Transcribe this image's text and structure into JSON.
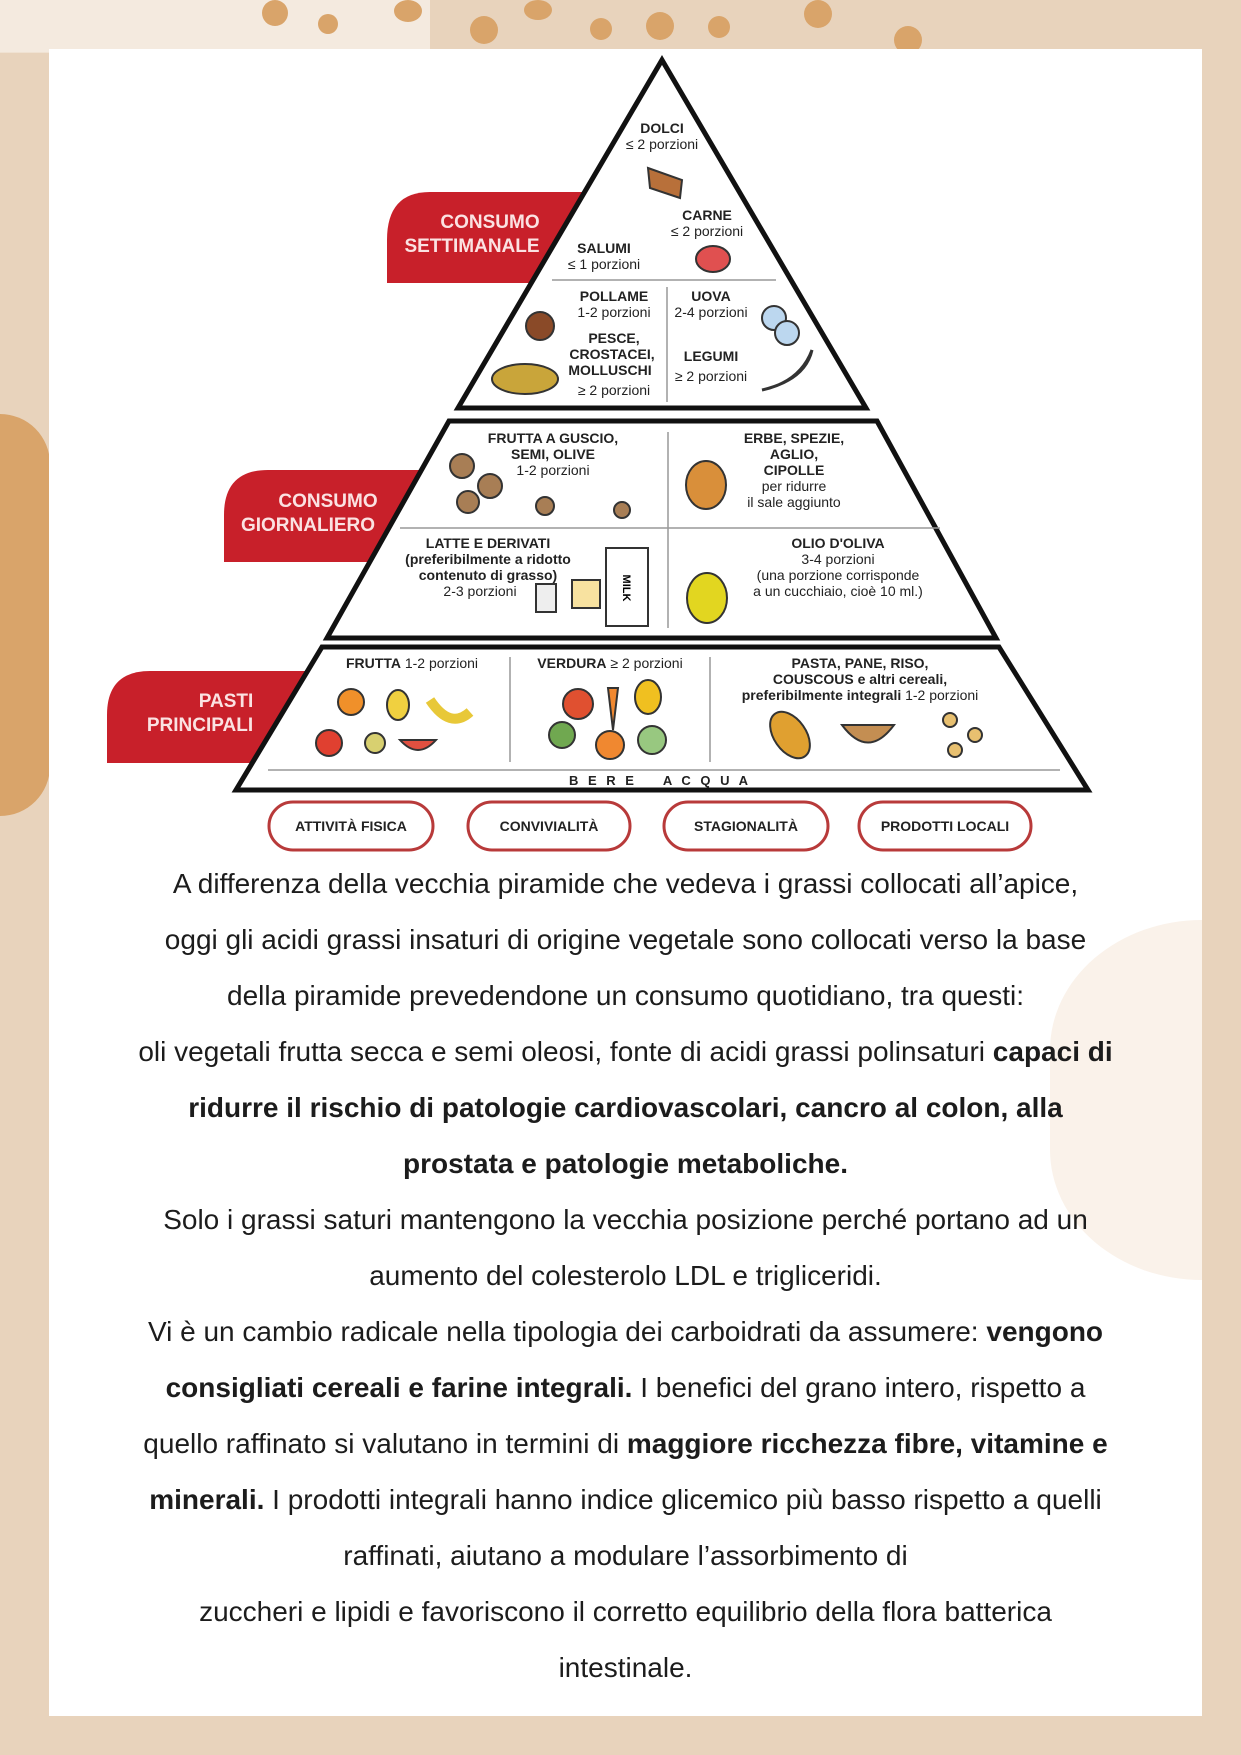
{
  "pyramid": {
    "tabs": {
      "weekly": [
        "CONSUMO",
        "SETTIMANALE"
      ],
      "daily": [
        "CONSUMO",
        "GIORNALIERO"
      ],
      "meals": [
        "PASTI",
        "PRINCIPALI"
      ]
    },
    "top": {
      "dolci": {
        "name": "DOLCI",
        "portions": "≤ 2 porzioni"
      },
      "carne": {
        "name": "CARNE",
        "portions": "≤ 2 porzioni"
      },
      "salumi": {
        "name": "SALUMI",
        "portions": "≤ 1 porzioni"
      },
      "pollame": {
        "name": "POLLAME",
        "portions": "1-2 porzioni"
      },
      "uova": {
        "name": "UOVA",
        "portions": "2-4 porzioni"
      },
      "pesce": {
        "name": [
          "PESCE,",
          "CROSTACEI,",
          "MOLLUSCHI"
        ],
        "portions": "≥ 2 porzioni"
      },
      "legumi": {
        "name": "LEGUMI",
        "portions": "≥ 2 porzioni"
      }
    },
    "middle": {
      "frutta_guscio": {
        "name": [
          "FRUTTA A GUSCIO,",
          "SEMI, OLIVE"
        ],
        "portions": "1-2 porzioni"
      },
      "erbe": {
        "name": [
          "ERBE, SPEZIE,",
          "AGLIO,",
          "CIPOLLE"
        ],
        "note": [
          "per ridurre",
          "il sale aggiunto"
        ]
      },
      "latte": {
        "name": "LATTE E DERIVATI",
        "note": [
          "(preferibilmente a ridotto",
          "contenuto di grasso)"
        ],
        "portions": "2-3 porzioni"
      },
      "olio": {
        "name": "OLIO D'OLIVA",
        "portions": "3-4 porzioni",
        "note": [
          "(una porzione corrisponde",
          "a un cucchiaio, cioè 10 ml.)"
        ]
      }
    },
    "bottom": {
      "frutta": {
        "name": "FRUTTA",
        "portions": "1-2 porzioni"
      },
      "verdura": {
        "name": "VERDURA",
        "portions": "≥ 2 porzioni"
      },
      "cereali": {
        "name": [
          "PASTA, PANE, RISO,",
          "COUSCOUS e altri cereali,",
          "preferibilmente integrali"
        ],
        "portions": "1-2 porzioni"
      },
      "water": "B E R E    A C Q U A"
    },
    "pills": [
      "ATTIVITÀ FISICA",
      "CONVIVIALITÀ",
      "STAGIONALITÀ",
      "PRODOTTI LOCALI"
    ],
    "milk_label": "MILK"
  },
  "colors": {
    "red": "#c8202a",
    "accent_dots": "#d9a46a",
    "background": "#e8d3bc"
  },
  "text": {
    "lines": [
      [
        {
          "t": "A differenza della vecchia piramide che vedeva i grassi collocati all’apice,",
          "b": false
        }
      ],
      [
        {
          "t": "oggi gli acidi grassi insaturi di origine vegetale sono collocati verso la base",
          "b": false
        }
      ],
      [
        {
          "t": "della piramide prevedendone un consumo quotidiano, tra questi:",
          "b": false
        }
      ],
      [
        {
          "t": "oli vegetali frutta secca e semi oleosi, fonte di acidi grassi polinsaturi ",
          "b": false
        },
        {
          "t": "capaci di",
          "b": true
        }
      ],
      [
        {
          "t": "ridurre il rischio di patologie cardiovascolari, cancro al colon, alla",
          "b": true
        }
      ],
      [
        {
          "t": "prostata e patologie metaboliche.",
          "b": true
        }
      ],
      [
        {
          "t": "Solo i grassi saturi mantengono la vecchia posizione perché portano ad un",
          "b": false
        }
      ],
      [
        {
          "t": "aumento del colesterolo LDL e trigliceridi.",
          "b": false
        }
      ],
      [
        {
          "t": "Vi è un cambio radicale nella tipologia dei carboidrati da assumere: ",
          "b": false
        },
        {
          "t": "vengono",
          "b": true
        }
      ],
      [
        {
          "t": "consigliati cereali e farine integrali.",
          "b": true
        },
        {
          "t": " I benefici del grano intero, rispetto a",
          "b": false
        }
      ],
      [
        {
          "t": "quello raffinato si valutano in termini di ",
          "b": false
        },
        {
          "t": "maggiore ricchezza fibre, vitamine e",
          "b": true
        }
      ],
      [
        {
          "t": "minerali.",
          "b": true
        },
        {
          "t": " I prodotti integrali hanno indice glicemico più basso rispetto a quelli",
          "b": false
        }
      ],
      [
        {
          "t": "raffinati, aiutano a modulare l’assorbimento di",
          "b": false
        }
      ],
      [
        {
          "t": "zuccheri e lipidi e favoriscono il corretto equilibrio della flora batterica",
          "b": false
        }
      ],
      [
        {
          "t": "intestinale.",
          "b": false
        }
      ]
    ]
  }
}
